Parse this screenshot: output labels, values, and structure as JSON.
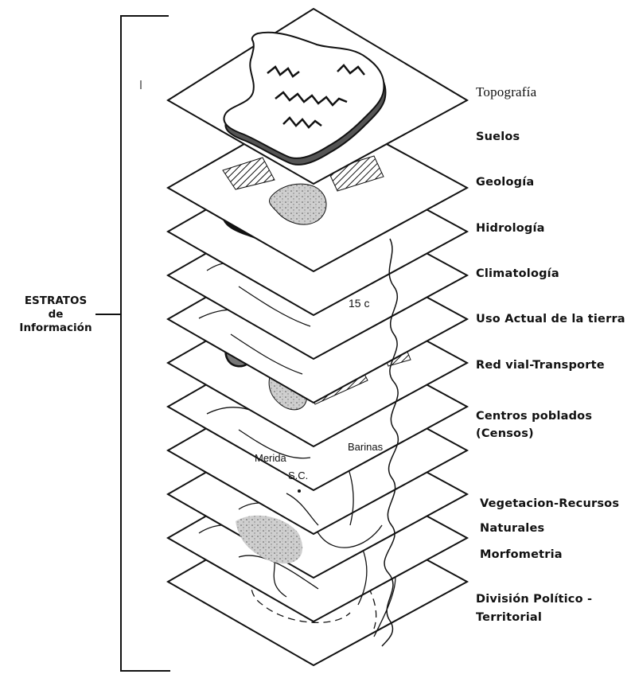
{
  "group_label": {
    "line1": "ESTRATOS",
    "line2": "de",
    "line3": "Información"
  },
  "layers": [
    {
      "id": "topografia",
      "label": "Topografía"
    },
    {
      "id": "suelos",
      "label": "Suelos"
    },
    {
      "id": "geologia",
      "label": "Geología"
    },
    {
      "id": "hidrologia",
      "label": "Hidrología"
    },
    {
      "id": "climatologia",
      "label": "Climatología"
    },
    {
      "id": "uso-actual",
      "label": "Uso Actual de la tierra"
    },
    {
      "id": "red-vial",
      "label": "Red vial-Transporte"
    },
    {
      "id": "centros-poblados",
      "label": "Centros poblados",
      "label2": "(Censos)"
    },
    {
      "id": "vegetacion",
      "label": "Vegetacion-Recursos",
      "label2": "Naturales"
    },
    {
      "id": "morfometria",
      "label": "Morfometria"
    },
    {
      "id": "division",
      "label": "División Político -",
      "label2": "Territorial"
    }
  ],
  "map_labels": {
    "temp": "15 c",
    "city1": "Merida",
    "city2": "Barinas",
    "city3": "S.C."
  },
  "colors": {
    "ink": "#111111",
    "paper": "#ffffff",
    "shade": "#9a9a9a"
  }
}
